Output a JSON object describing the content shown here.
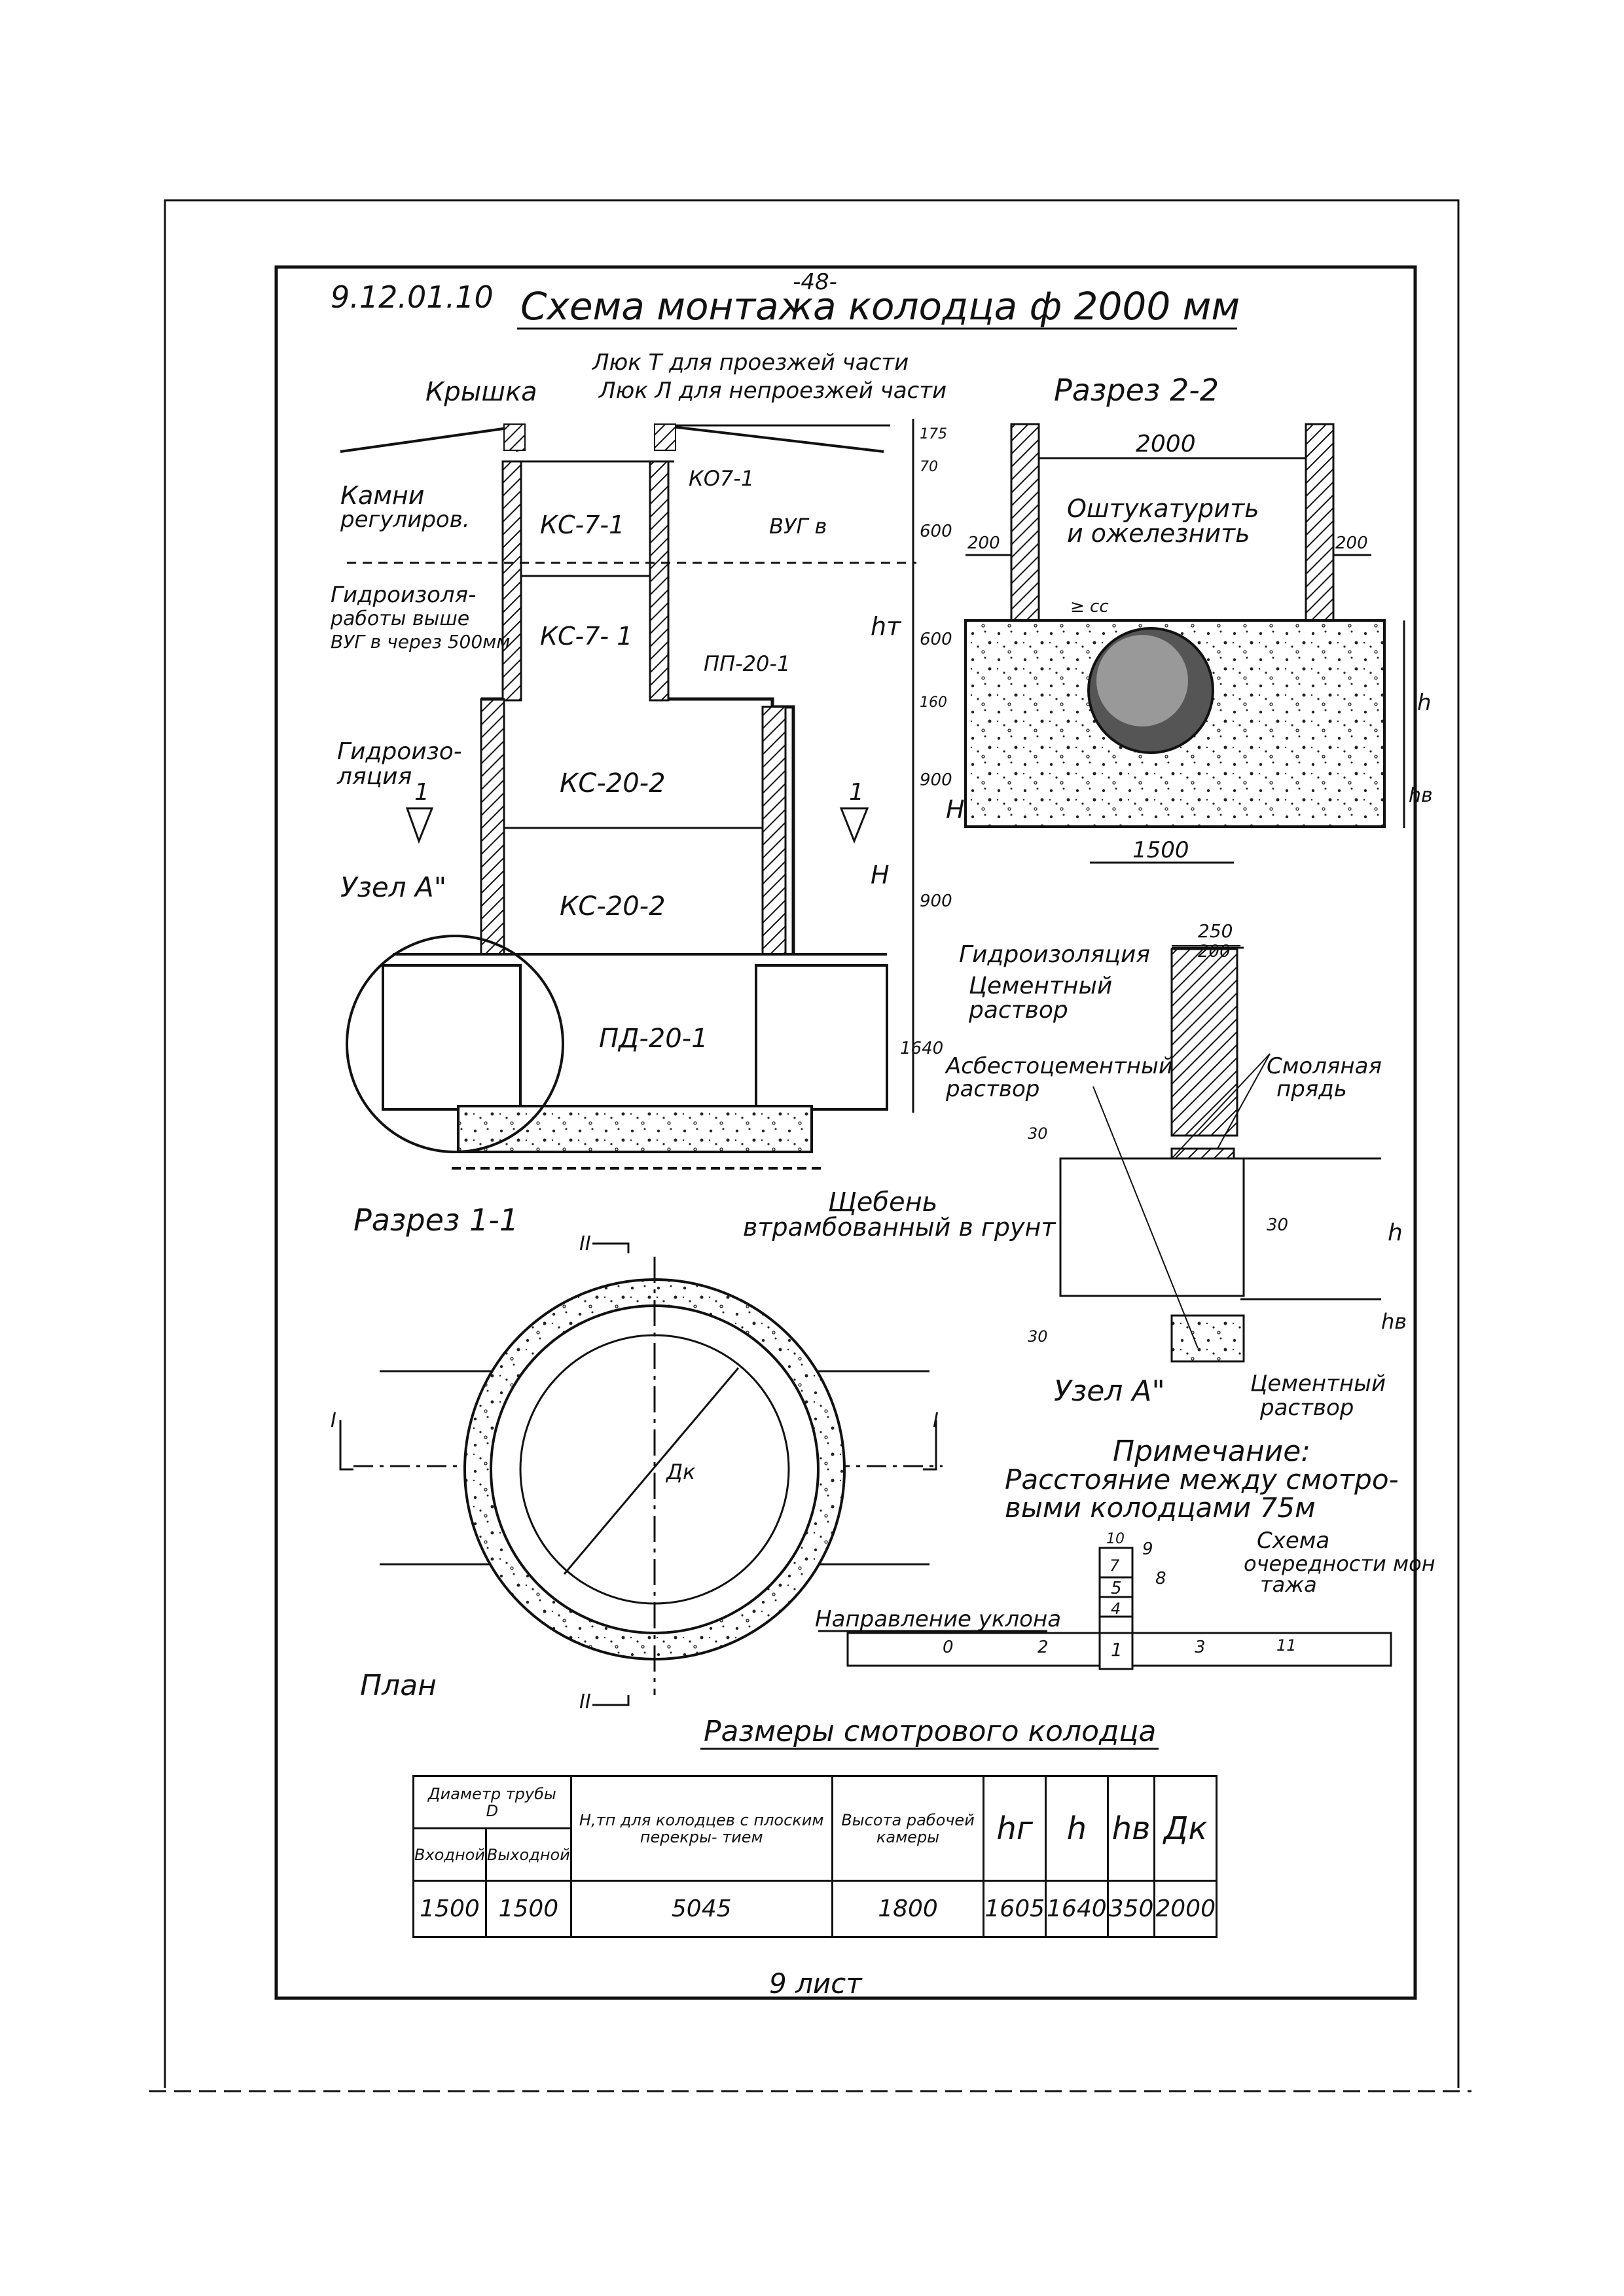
{
  "sheet": {
    "page_no": "-48-",
    "code": "9.12.01.10",
    "title": "Схема монтажа колодца ф 2000 мм",
    "footer": "9 лист"
  },
  "labels": {
    "luk_t": "Люк Т для проезжей части",
    "luk_l": "Люк Л для непроезжей части",
    "kryshka": "Крышка",
    "kamni": "Камни",
    "regulirov": "регулиров.",
    "ko71": "КО7-1",
    "ks71_a": "КС-7-1",
    "ks71_b": "КС-7- 1",
    "vug": "ВУГ в",
    "gidro_1": "Гидроизоля-",
    "gidro_2": "работы выше",
    "gidro_3": "ВУГ в через 500мм",
    "pp201": "ПП-20-1",
    "gidroizo_1": "Гидроизо-",
    "gidroizo_2": "ляция",
    "ks202_a": "КС-20-2",
    "ks202_b": "КС-20-2",
    "uzel_a_left": "Узел А\"",
    "pd201": "ПД-20-1",
    "cut_mark_1": "1",
    "shchebeny_1": "Щебень",
    "shchebeny_2": "втрамбованный в грунт",
    "razrez_11": "Разрез 1-1",
    "razrez_22": "Разрез 2-2",
    "ozhelez_1": "Оштукатурить",
    "ozhelez_2": "и ожелезнить",
    "ht": "hт",
    "htp": "Нтп",
    "H": "Н",
    "h": "h",
    "hv": "hв",
    "gidroizolyaciya": "Гидроизоляция",
    "cement_1": "Цементный",
    "cement_2": "раствор",
    "asbest_1": "Асбестоцементный",
    "asbest_2": "раствор",
    "smol_1": "Смоляная",
    "smol_2": "прядь",
    "uzel_a": "Узел А\"",
    "cement_b1": "Цементный",
    "cement_b2": "раствор",
    "primechanie": "Примечание:",
    "note_1": "Расстояние между смотро-",
    "note_2": "выми колодцами 75м",
    "schema_1": "Схема",
    "schema_2": "очередности мон",
    "schema_3": "тажа",
    "napravlenie": "Направление уклона",
    "plan": "План",
    "dk": "Дк",
    "sec_II": "II",
    "sec_I": "I",
    "ge_cc": "≥ сс"
  },
  "dims": {
    "d_2000": "2000",
    "d_200_l": "200",
    "d_200_r": "200",
    "d_1500": "1500",
    "d_250": "250",
    "d_200_n": "200",
    "d_30_a": "30",
    "d_30_b": "30",
    "d_30_c": "30",
    "v_175": "175",
    "v_70": "70",
    "v_600_a": "600",
    "v_600_b": "600",
    "v_160": "160",
    "v_900_a": "900",
    "v_900_b": "900",
    "v_1640": "1640"
  },
  "sequence": [
    "10",
    "9",
    "7",
    "8",
    "5",
    "4",
    "1",
    "2",
    "3",
    "11",
    "0"
  ],
  "table": {
    "title": "Размеры смотрового колодца",
    "headers": {
      "pipe_diameter": "Диаметр трубы",
      "pipe_D": "D",
      "inlet": "Входной",
      "outlet": "Выходной",
      "htp": "Н,тп для колодцев с плоским перекры- тием",
      "work_height": "Высота рабочей камеры",
      "hr": "hг",
      "h": "h",
      "hv": "hв",
      "dk": "Дк"
    },
    "row": [
      "1500",
      "1500",
      "5045",
      "1800",
      "1605",
      "1640",
      "350",
      "2000"
    ]
  }
}
